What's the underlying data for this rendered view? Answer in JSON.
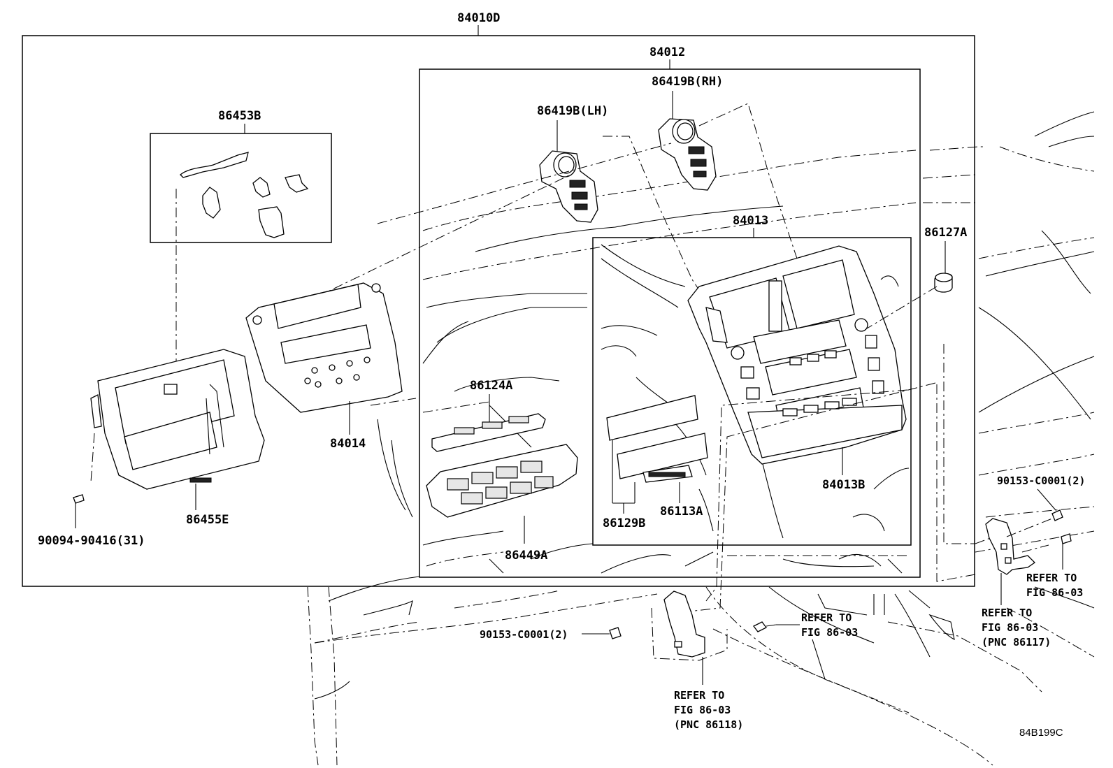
{
  "labels": {
    "assy_84010D": "84010D",
    "assy_84012": "84012",
    "part_86453B": "86453B",
    "part_86419B_LH": "86419B(LH)",
    "part_86419B_RH": "86419B(RH)",
    "assy_84013": "84013",
    "part_86127A": "86127A",
    "part_84014": "84014",
    "part_86124A": "86124A",
    "part_86455E": "86455E",
    "part_90094": "90094-90416(31)",
    "part_86129B": "86129B",
    "part_86113A": "86113A",
    "part_84013B": "84013B",
    "part_86449A": "86449A",
    "part_90153_right": "90153-C0001(2)",
    "part_90153_bottom": "90153-C0001(2)",
    "refer_center": [
      "REFER TO",
      "FIG 86-03"
    ],
    "refer_bottom": [
      "REFER TO",
      "FIG 86-03",
      "(PNC 86118)"
    ],
    "refer_right_lower": [
      "REFER TO",
      "FIG 86-03",
      "(PNC 86117)"
    ],
    "refer_right_upper": [
      "REFER TO",
      "FIG 86-03"
    ],
    "figure_code": "84B199C"
  }
}
